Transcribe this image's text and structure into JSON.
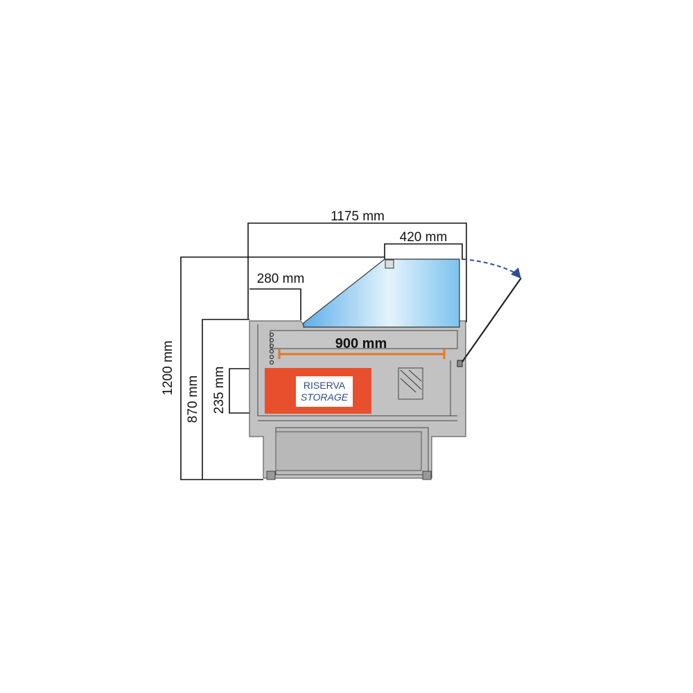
{
  "dimensions": {
    "total_width": "1175 mm",
    "glass_top": "420 mm",
    "front_offset": "280 mm",
    "total_height": "1200 mm",
    "counter_height": "870 mm",
    "storage_height": "235 mm",
    "display_depth": "900 mm"
  },
  "storage_label": {
    "line1": "RISERVA",
    "line2": "STORAGE"
  },
  "colors": {
    "glass": "#8cc8ef",
    "body": "#c2c2c2",
    "storage": "#e8502d",
    "depth_line": "#e87722",
    "door_arrow": "#2d4f9a"
  }
}
